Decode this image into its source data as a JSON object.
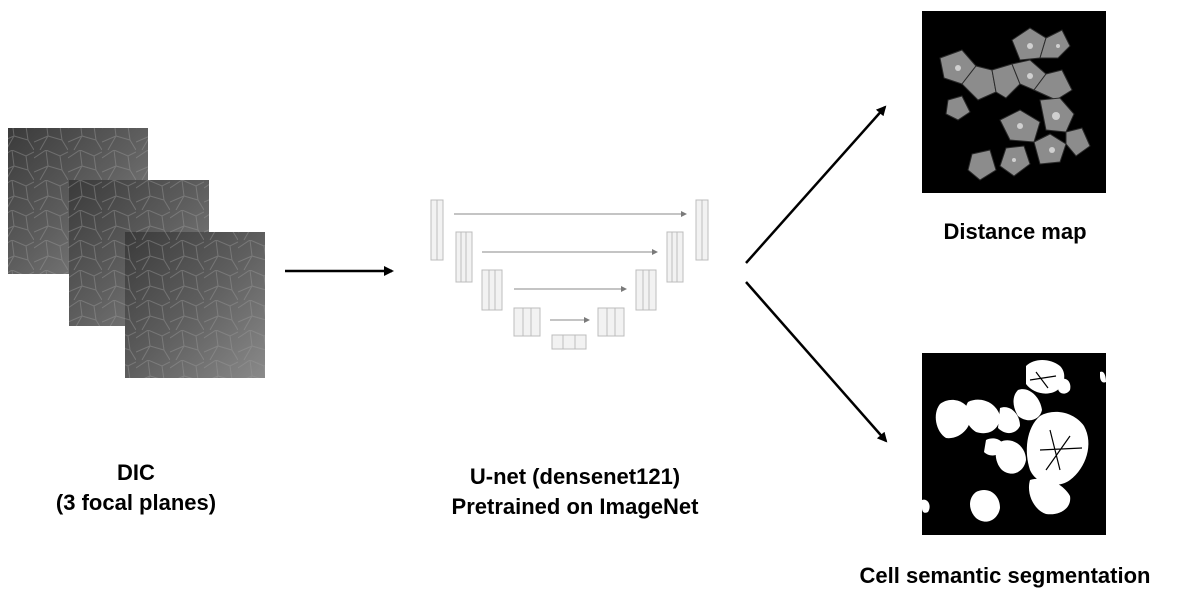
{
  "input": {
    "label_line1": "DIC",
    "label_line2": "(3 focal planes)"
  },
  "model": {
    "label_line1": "U-net (densenet121)",
    "label_line2": "Pretrained on ImageNet"
  },
  "outputs": {
    "distance_map_label": "Distance map",
    "segmentation_label": "Cell semantic segmentation"
  }
}
